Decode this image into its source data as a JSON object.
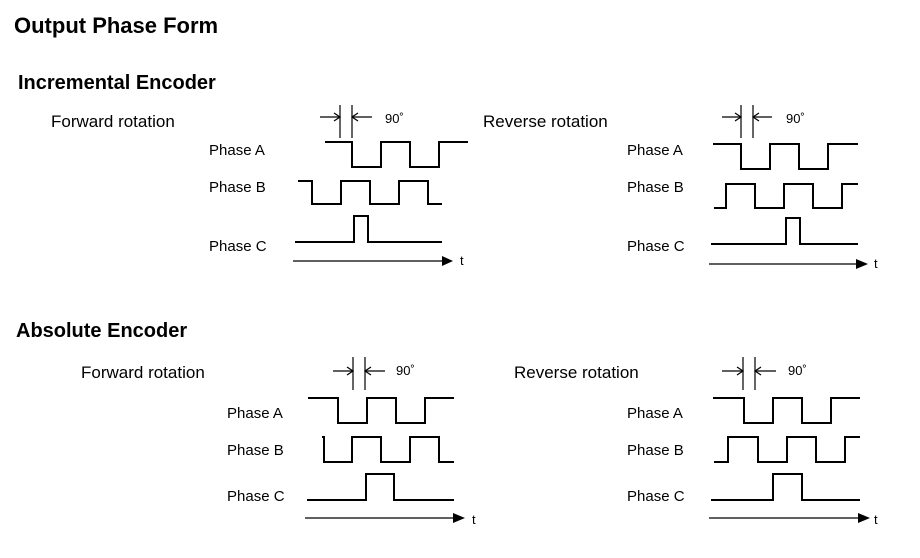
{
  "title": "Output Phase Form",
  "incremental": {
    "title": "Incremental Encoder",
    "forward": {
      "label": "Forward rotation",
      "phase_angle": "90˚",
      "phases": [
        "Phase A",
        "Phase B",
        "Phase C"
      ],
      "time_label": "t"
    },
    "reverse": {
      "label": "Reverse rotation",
      "phase_angle": "90˚",
      "phases": [
        "Phase A",
        "Phase B",
        "Phase C"
      ],
      "time_label": "t"
    }
  },
  "absolute": {
    "title": "Absolute Encoder",
    "forward": {
      "label": "Forward rotation",
      "phase_angle": "90˚",
      "phases": [
        "Phase A",
        "Phase B",
        "Phase C"
      ],
      "time_label": "t"
    },
    "reverse": {
      "label": "Reverse rotation",
      "phase_angle": "90˚",
      "phases": [
        "Phase A",
        "Phase B",
        "Phase C"
      ],
      "time_label": "t"
    }
  }
}
